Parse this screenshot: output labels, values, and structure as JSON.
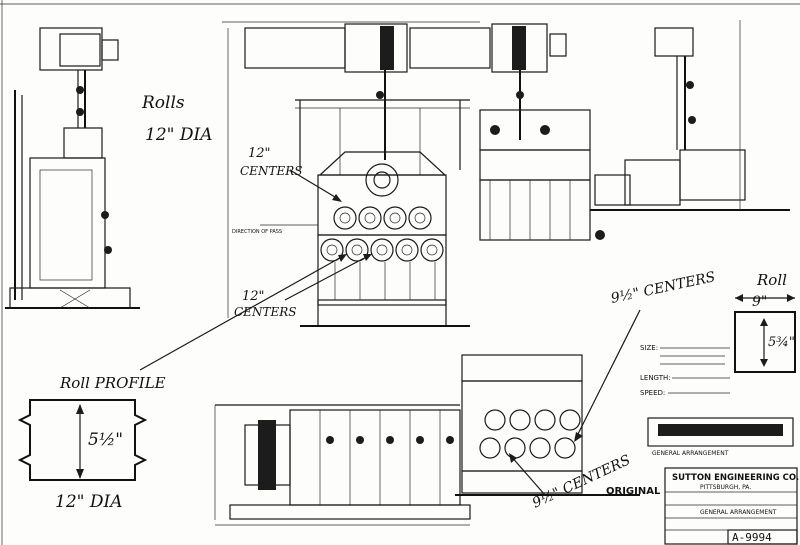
{
  "annotations": {
    "rolls_line1": "Rolls",
    "rolls_line2": "12\" DIA",
    "centers_12_top_line1": "12\"",
    "centers_12_top_line2": "CENTERS",
    "centers_12_mid_line1": "12\"",
    "centers_12_mid_line2": "CENTERS",
    "roll_profile": "Roll PROFILE",
    "profile_dim": "5½\"",
    "profile_dia": "12\" DIA",
    "centers_9_top": "9½\" CENTERS",
    "centers_9_bottom": "9½\" CENTERS",
    "roll_label": "Roll",
    "roll_width": "9\"",
    "roll_height": "5¾\""
  },
  "notes": {
    "size": "SIZE:",
    "length": "LENGTH:",
    "speed": "SPEED:",
    "direction_of_pass": "DIRECTION OF PASS"
  },
  "title_block": {
    "original": "ORIGINAL",
    "company": "SUTTON ENGINEERING CO.",
    "city": "PITTSBURGH, PA.",
    "general_arrangement": "GENERAL ARRANGEMENT",
    "drawing_number": "A-9994"
  }
}
